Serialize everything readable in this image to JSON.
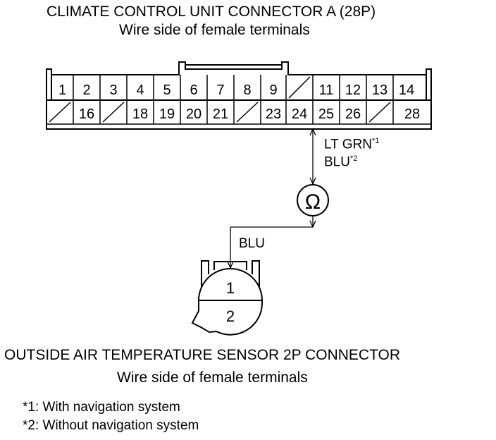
{
  "connector_a": {
    "title": "CLIMATE CONTROL UNIT CONNECTOR A (28P)",
    "subtitle": "Wire side of female terminals",
    "top_row": [
      "1",
      "2",
      "3",
      "4",
      "5",
      "6",
      "7",
      "8",
      "9",
      "",
      "11",
      "12",
      "13",
      "14"
    ],
    "bottom_row": [
      "",
      "16",
      "",
      "18",
      "19",
      "20",
      "21",
      "",
      "23",
      "24",
      "25",
      "26",
      "",
      "28"
    ]
  },
  "wire_a_labels": [
    "LT GRN*1",
    "BLU*2"
  ],
  "wire_a_sup": [
    "*1",
    "*2"
  ],
  "wire_a_main": [
    "LT GRN",
    "BLU"
  ],
  "meter_symbol": "Ω",
  "wire_b_label": "BLU",
  "sensor": {
    "pin_top": "1",
    "pin_bottom": "2",
    "title": "OUTSIDE AIR TEMPERATURE SENSOR 2P CONNECTOR",
    "subtitle": "Wire side of female terminals"
  },
  "notes": [
    "*1: With navigation system",
    "*2: Without navigation system"
  ]
}
